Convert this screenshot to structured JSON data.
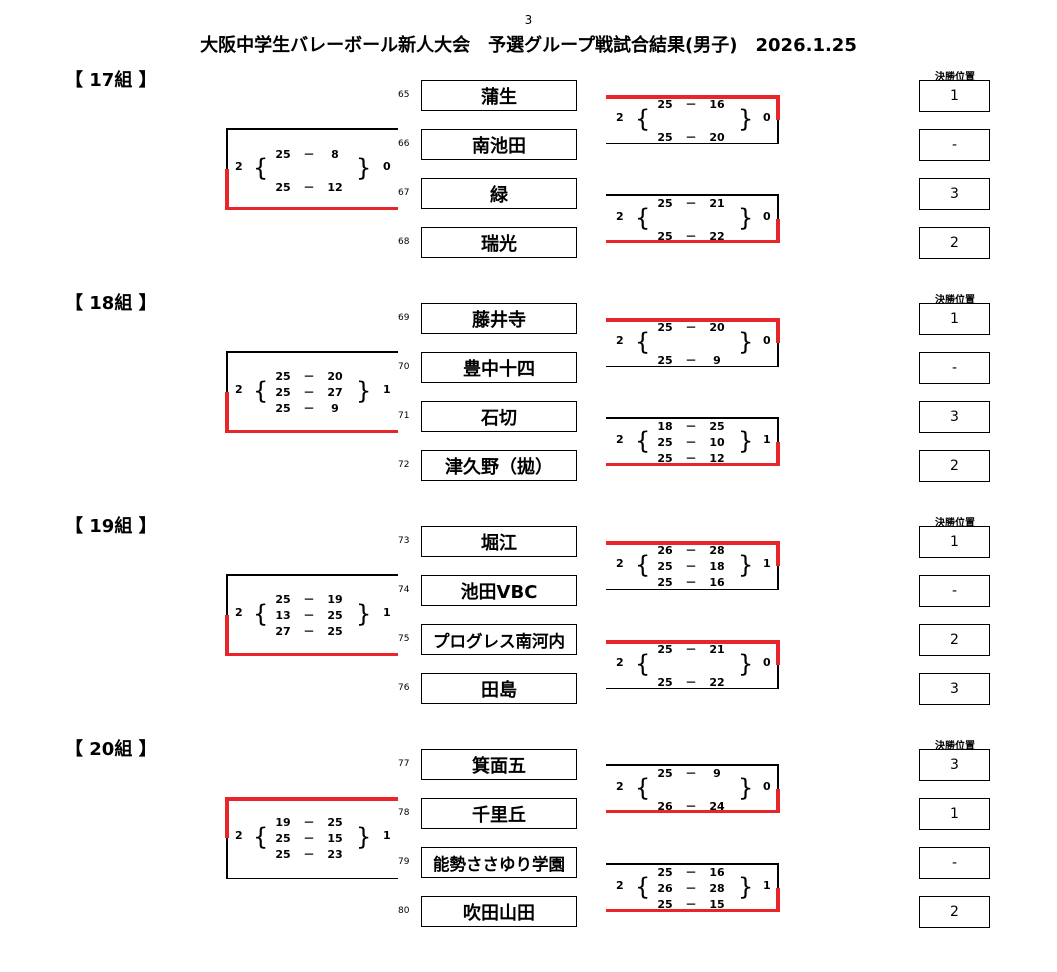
{
  "page_number": "3",
  "title": "大阪中学生バレーボール新人大会　予選グループ戦試合結果(男子)　2026.1.25",
  "position_header": "決勝位置",
  "groups": [
    {
      "label": "【 17組 】",
      "teams": [
        {
          "no": "65",
          "name": "蒲生",
          "position": "1"
        },
        {
          "no": "66",
          "name": "南池田",
          "position": "-"
        },
        {
          "no": "67",
          "name": "緑",
          "position": "3"
        },
        {
          "no": "68",
          "name": "瑞光",
          "position": "2"
        }
      ],
      "left_match": {
        "left": "2",
        "right": "0",
        "sets": [
          [
            "25",
            "－",
            "8"
          ],
          [
            "25",
            "－",
            "12"
          ]
        ]
      },
      "right_top": {
        "left": "2",
        "right": "0",
        "sets": [
          [
            "25",
            "－",
            "16"
          ],
          [
            "25",
            "－",
            "20"
          ]
        ]
      },
      "right_bottom": {
        "left": "2",
        "right": "0",
        "sets": [
          [
            "25",
            "－",
            "21"
          ],
          [
            "25",
            "－",
            "22"
          ]
        ]
      }
    },
    {
      "label": "【 18組 】",
      "teams": [
        {
          "no": "69",
          "name": "藤井寺",
          "position": "1"
        },
        {
          "no": "70",
          "name": "豊中十四",
          "position": "-"
        },
        {
          "no": "71",
          "name": "石切",
          "position": "3"
        },
        {
          "no": "72",
          "name": "津久野（拋）",
          "position": "2"
        }
      ],
      "left_match": {
        "left": "2",
        "right": "1",
        "sets": [
          [
            "25",
            "－",
            "20"
          ],
          [
            "25",
            "－",
            "27"
          ],
          [
            "25",
            "－",
            "9"
          ]
        ]
      },
      "right_top": {
        "left": "2",
        "right": "0",
        "sets": [
          [
            "25",
            "－",
            "20"
          ],
          [
            "25",
            "－",
            "9"
          ]
        ]
      },
      "right_bottom": {
        "left": "2",
        "right": "1",
        "sets": [
          [
            "18",
            "－",
            "25"
          ],
          [
            "25",
            "－",
            "10"
          ],
          [
            "25",
            "－",
            "12"
          ]
        ]
      }
    },
    {
      "label": "【 19組 】",
      "teams": [
        {
          "no": "73",
          "name": "堀江",
          "position": "1"
        },
        {
          "no": "74",
          "name": "池田VBC",
          "position": "-"
        },
        {
          "no": "75",
          "name": "プログレス南河内",
          "position": "2"
        },
        {
          "no": "76",
          "name": "田島",
          "position": "3"
        }
      ],
      "left_match": {
        "left": "2",
        "right": "1",
        "sets": [
          [
            "25",
            "－",
            "19"
          ],
          [
            "13",
            "－",
            "25"
          ],
          [
            "27",
            "－",
            "25"
          ]
        ]
      },
      "right_top": {
        "left": "2",
        "right": "1",
        "sets": [
          [
            "26",
            "－",
            "28"
          ],
          [
            "25",
            "－",
            "18"
          ],
          [
            "25",
            "－",
            "16"
          ]
        ]
      },
      "right_bottom": {
        "left": "2",
        "right": "0",
        "sets": [
          [
            "25",
            "－",
            "21"
          ],
          [
            "25",
            "－",
            "22"
          ]
        ]
      }
    },
    {
      "label": "【 20組 】",
      "teams": [
        {
          "no": "77",
          "name": "箕面五",
          "position": "3"
        },
        {
          "no": "78",
          "name": "千里丘",
          "position": "1"
        },
        {
          "no": "79",
          "name": "能勢ささゆり学園",
          "position": "-"
        },
        {
          "no": "80",
          "name": "吹田山田",
          "position": "2"
        }
      ],
      "left_match": {
        "left": "2",
        "right": "1",
        "sets": [
          [
            "19",
            "－",
            "25"
          ],
          [
            "25",
            "－",
            "15"
          ],
          [
            "25",
            "－",
            "23"
          ]
        ]
      },
      "right_top": {
        "left": "2",
        "right": "0",
        "sets": [
          [
            "25",
            "－",
            "9"
          ],
          [
            "26",
            "－",
            "24"
          ]
        ]
      },
      "right_bottom": {
        "left": "2",
        "right": "1",
        "sets": [
          [
            "25",
            "－",
            "16"
          ],
          [
            "26",
            "－",
            "28"
          ],
          [
            "25",
            "－",
            "15"
          ]
        ]
      }
    }
  ]
}
